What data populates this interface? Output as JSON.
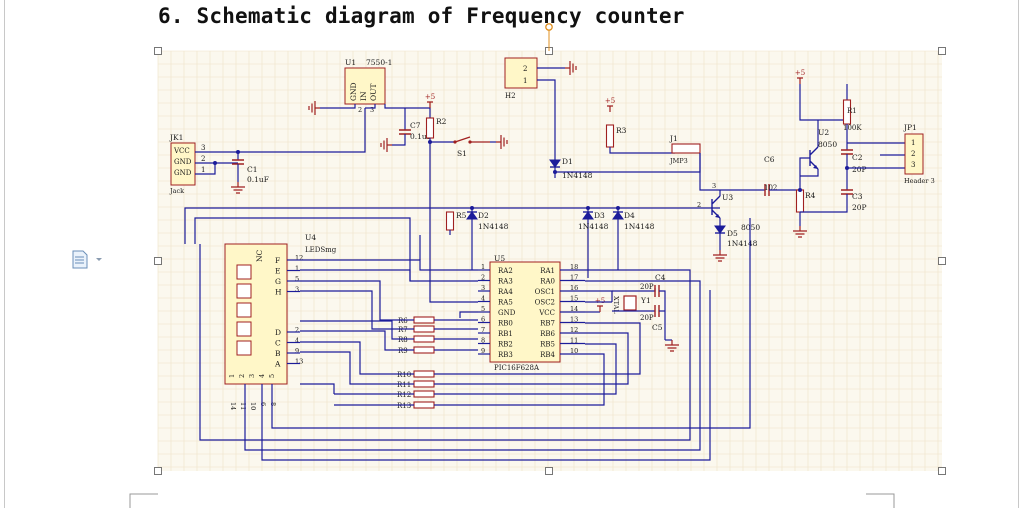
{
  "document": {
    "heading": "6. Schematic diagram of Frequency counter",
    "icons": [
      "document-icon",
      "dropdown-arrow-icon",
      "anchor-icon"
    ]
  },
  "schematic": {
    "colors": {
      "wire": "#1c1c9a",
      "component": "#a02020",
      "ic_fill": "#fff7c8",
      "grid": "#efe2c8",
      "sheet": "#fbf8ee",
      "text": "#1a1a1a",
      "selection": "#e09020"
    },
    "connectors": {
      "jk1": {
        "ref": "JK1",
        "name": "Jack",
        "pins": [
          "VCC",
          "GND",
          "GND"
        ],
        "pin_numbers": [
          "3",
          "2",
          "1"
        ]
      },
      "h2": {
        "ref": "H2",
        "pins": [
          "2",
          "1"
        ]
      },
      "jp1": {
        "ref": "JP1",
        "name": "Header 3",
        "pins": [
          "1",
          "2",
          "3"
        ]
      },
      "j1": {
        "ref": "J1",
        "name": "JMP3"
      }
    },
    "regulator": {
      "ref": "U1",
      "part": "7550-1",
      "pins": [
        "GND",
        "IN",
        "OUT"
      ],
      "pin_numbers": [
        "2",
        "3"
      ]
    },
    "supply": {
      "label": "+5"
    },
    "transistors": [
      {
        "ref": "U2",
        "part": "8050"
      },
      {
        "ref": "U3",
        "part": "8050",
        "pins": [
          "3",
          "2"
        ]
      }
    ],
    "display": {
      "ref": "U4",
      "part": "LEDSmg",
      "nc": "NC",
      "segments_left": [
        "F",
        "E",
        "G",
        "H",
        "D",
        "C",
        "B",
        "A"
      ],
      "pin_numbers": [
        "12",
        "1",
        "5",
        "3",
        "2",
        "4",
        "9",
        "13"
      ],
      "bottom_pins": [
        "1",
        "2",
        "3",
        "4",
        "5"
      ],
      "digit_pins": [
        "14",
        "11",
        "10",
        "6",
        "8"
      ]
    },
    "mcu": {
      "ref": "U5",
      "part": "PIC16F628A",
      "left_pins": [
        "RA2",
        "RA3",
        "RA4",
        "RA5",
        "GND",
        "RB0",
        "RB1",
        "RB2",
        "RB3"
      ],
      "left_numbers": [
        "1",
        "2",
        "3",
        "4",
        "5",
        "6",
        "7",
        "8",
        "9"
      ],
      "right_pins": [
        "RA1",
        "RA0",
        "OSC1",
        "OSC2",
        "VCC",
        "RB7",
        "RB6",
        "RB5",
        "RB4"
      ],
      "right_numbers": [
        "18",
        "17",
        "16",
        "15",
        "14",
        "13",
        "12",
        "11",
        "10"
      ]
    },
    "crystal": {
      "ref": "Y1",
      "freq": "XTAL"
    },
    "capacitors": [
      {
        "ref": "C1",
        "value": "0.1uF"
      },
      {
        "ref": "C7",
        "value": "0.1uF"
      },
      {
        "ref": "C6",
        "value": "102"
      },
      {
        "ref": "C2",
        "value": "20P"
      },
      {
        "ref": "C3",
        "value": "20P"
      },
      {
        "ref": "C4",
        "value": "20P"
      },
      {
        "ref": "C5",
        "value": "20P"
      }
    ],
    "resistors": [
      {
        "ref": "R1",
        "value": "100K"
      },
      {
        "ref": "R2"
      },
      {
        "ref": "R3"
      },
      {
        "ref": "R4"
      },
      {
        "ref": "R5"
      },
      {
        "ref": "R6"
      },
      {
        "ref": "R7"
      },
      {
        "ref": "R8"
      },
      {
        "ref": "R9"
      },
      {
        "ref": "R10"
      },
      {
        "ref": "R11"
      },
      {
        "ref": "R12"
      },
      {
        "ref": "R13"
      }
    ],
    "diodes": [
      {
        "ref": "D1",
        "part": "1N4148"
      },
      {
        "ref": "D2",
        "part": "1N4148"
      },
      {
        "ref": "D3",
        "part": "1N4148"
      },
      {
        "ref": "D4",
        "part": "1N4148"
      },
      {
        "ref": "D5",
        "part": "1N4148"
      }
    ],
    "switch": {
      "ref": "S1"
    }
  }
}
